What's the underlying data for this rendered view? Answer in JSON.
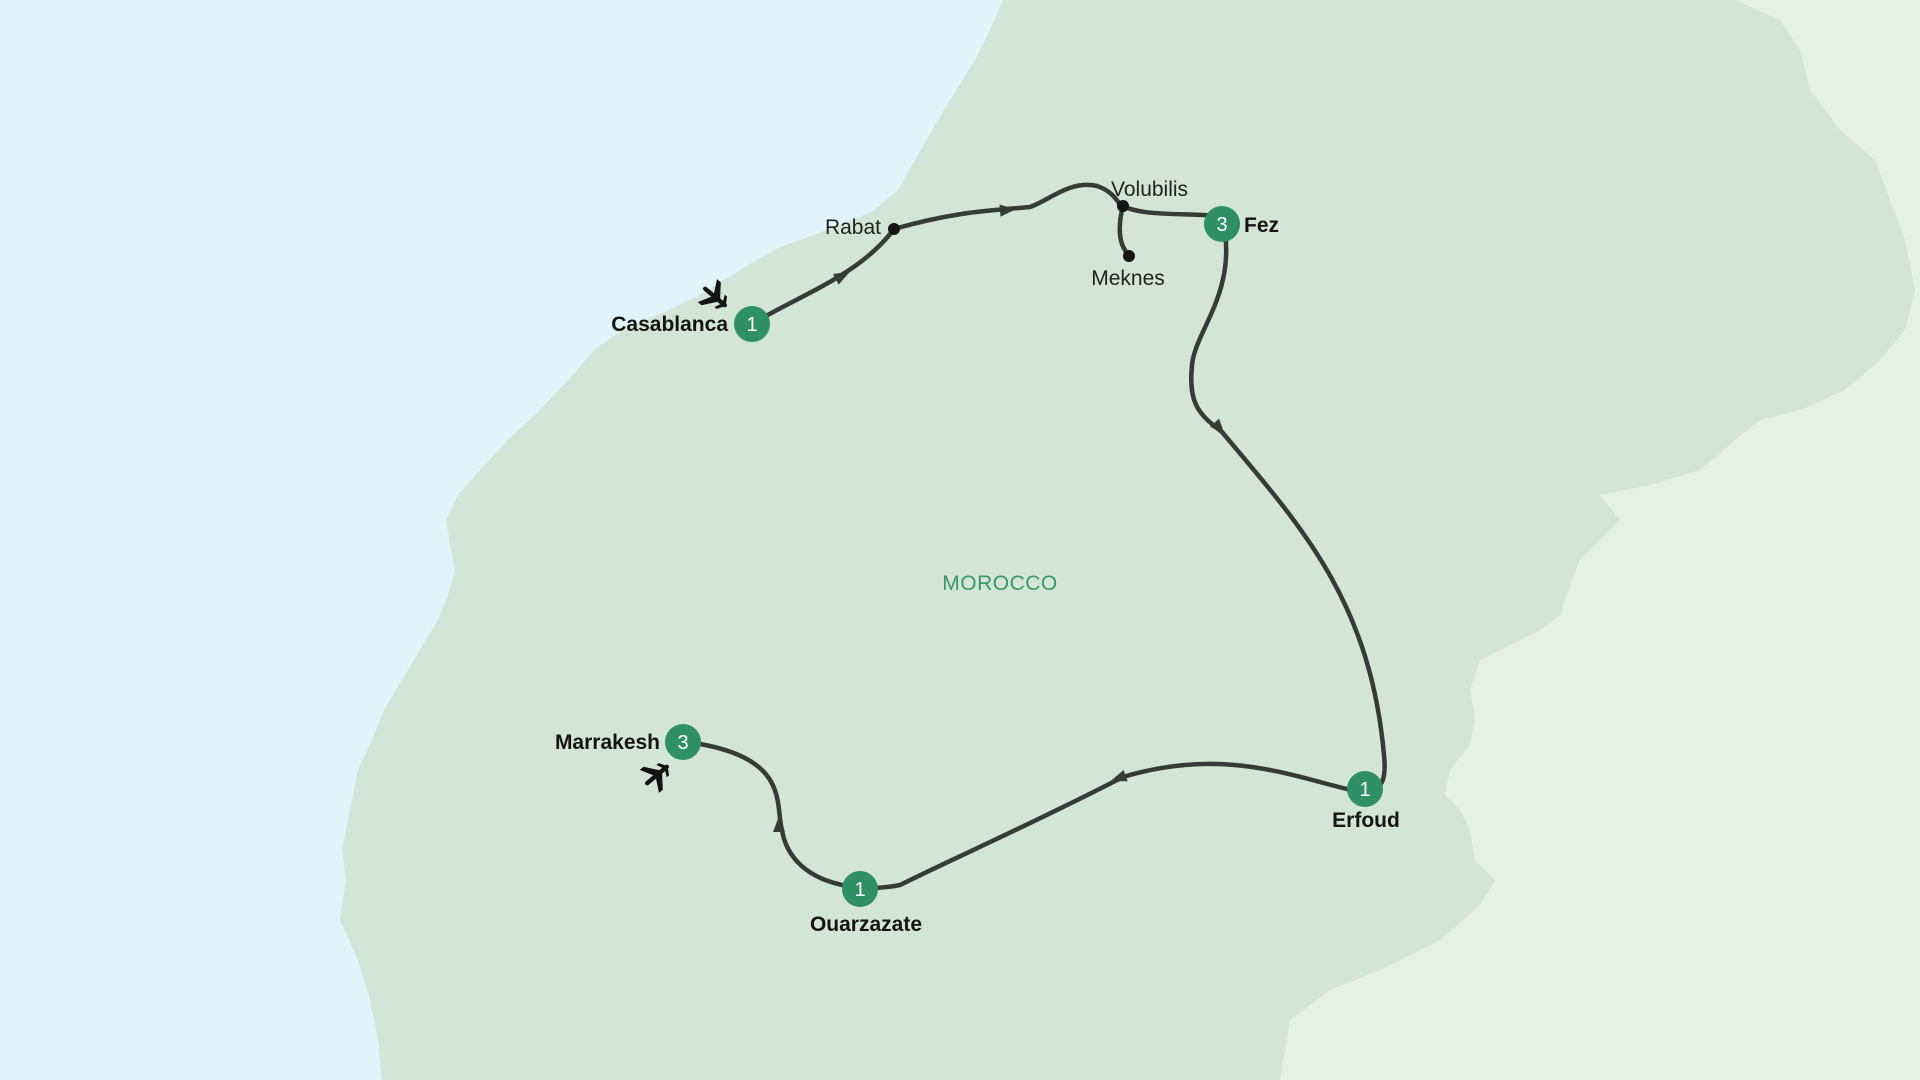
{
  "colors": {
    "sea": "#e1f3fb",
    "morocco_land": "#d2e5d6",
    "neighbor_land": "#e5f0e6",
    "route": "#353b37",
    "stop_badge": "#2e9063",
    "country_label": "#3b9a64",
    "minor_dot": "#141414"
  },
  "country_label": "MOROCCO",
  "stops": [
    {
      "name": "Casablanca",
      "nights": "1",
      "icon": "airplane-icon"
    },
    {
      "name": "Fez",
      "nights": "3"
    },
    {
      "name": "Erfoud",
      "nights": "1"
    },
    {
      "name": "Ouarzazate",
      "nights": "1"
    },
    {
      "name": "Marrakesh",
      "nights": "3",
      "icon": "airplane-icon"
    }
  ],
  "waypoints": [
    {
      "name": "Rabat"
    },
    {
      "name": "Volubilis"
    },
    {
      "name": "Meknes"
    }
  ]
}
